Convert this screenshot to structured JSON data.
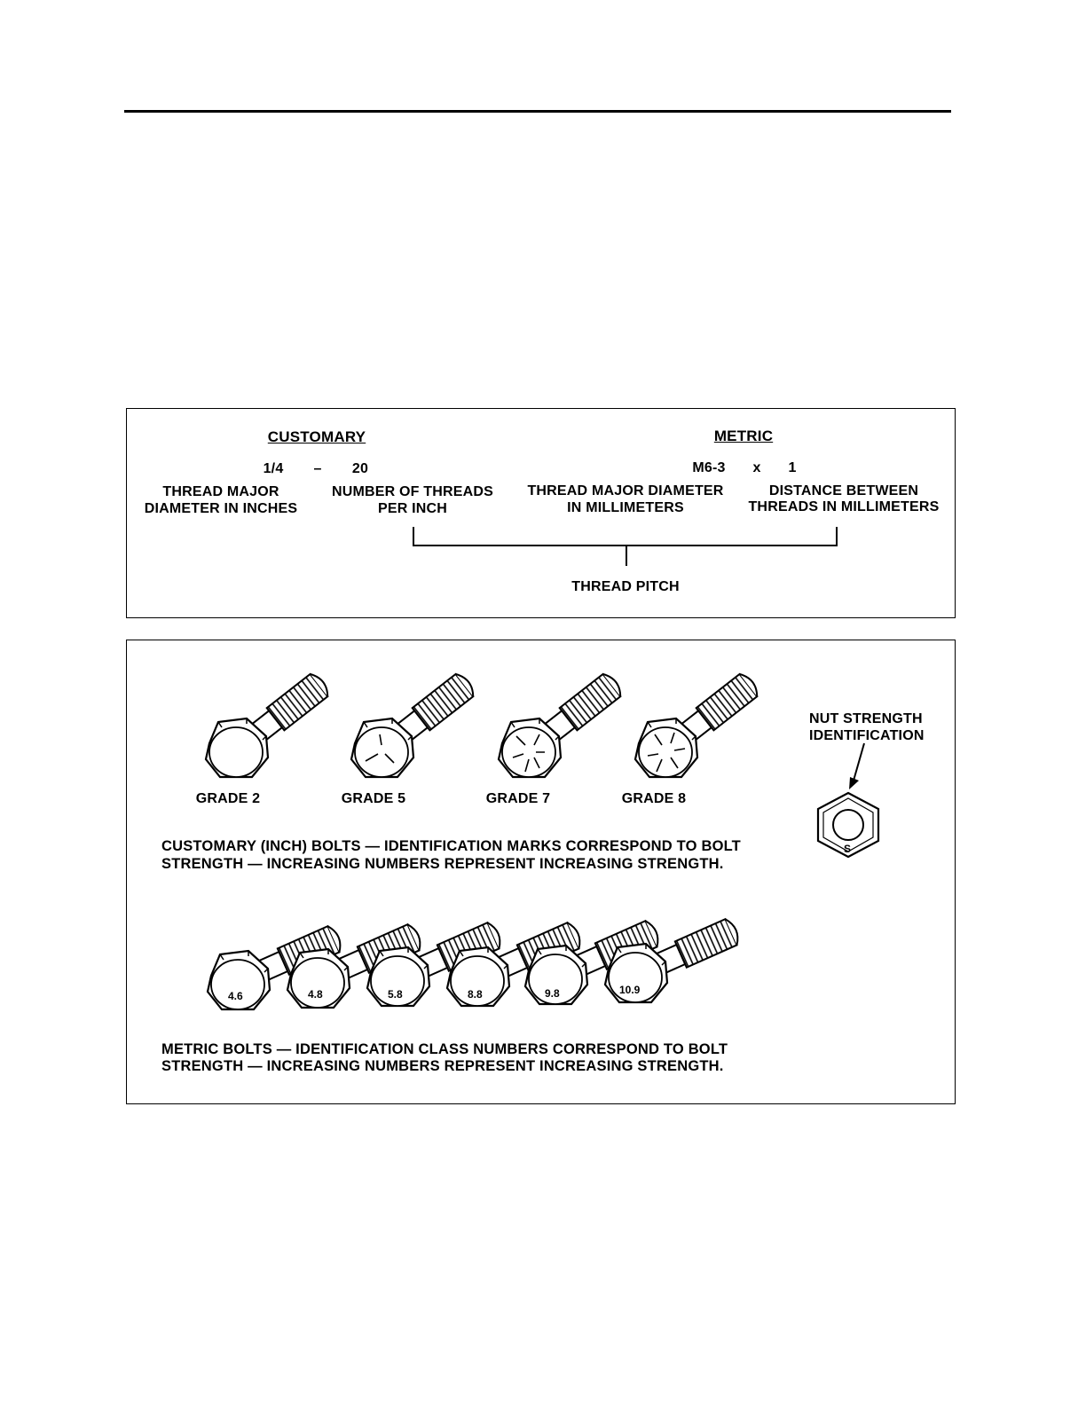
{
  "thread_box": {
    "customary_heading": "CUSTOMARY",
    "metric_heading": "METRIC",
    "customary_example": {
      "diameter": "1/4",
      "dash": "–",
      "threads": "20"
    },
    "metric_example": {
      "diameter": "M6-3",
      "times": "x",
      "pitch": "1"
    },
    "labels": {
      "thread_major_inches": [
        "THREAD MAJOR",
        "DIAMETER IN INCHES"
      ],
      "threads_per_inch": [
        "NUMBER OF THREADS",
        "PER INCH"
      ],
      "thread_major_mm": [
        "THREAD MAJOR DIAMETER",
        "IN MILLIMETERS"
      ],
      "distance_between": [
        "DISTANCE BETWEEN",
        "THREADS IN MILLIMETERS"
      ]
    },
    "thread_pitch": "THREAD PITCH"
  },
  "bolt_box": {
    "grades": [
      "GRADE 2",
      "GRADE 5",
      "GRADE 7",
      "GRADE 8"
    ],
    "nut_label": [
      "NUT STRENGTH",
      "IDENTIFICATION"
    ],
    "nut_mark": "S",
    "customary_caption": [
      "CUSTOMARY (INCH) BOLTS — IDENTIFICATION MARKS CORRESPOND TO BOLT",
      "STRENGTH — INCREASING NUMBERS REPRESENT INCREASING STRENGTH."
    ],
    "metric_classes": [
      "4.6",
      "4.8",
      "5.8",
      "8.8",
      "9.8",
      "10.9"
    ],
    "metric_caption": [
      "METRIC BOLTS — IDENTIFICATION CLASS NUMBERS CORRESPOND TO BOLT",
      "STRENGTH — INCREASING NUMBERS REPRESENT INCREASING STRENGTH."
    ]
  }
}
